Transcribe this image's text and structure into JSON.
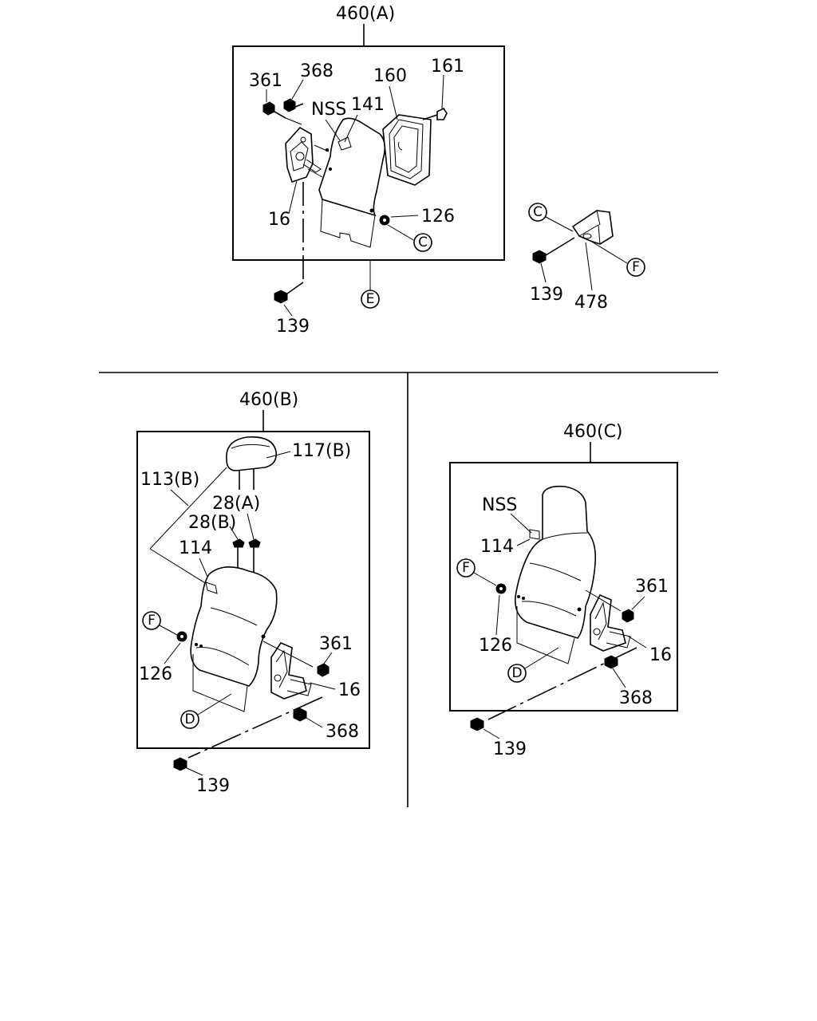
{
  "panel_a": {
    "title": "460(A)",
    "labels": {
      "p361": "361",
      "p368": "368",
      "nss": "NSS",
      "p141": "141",
      "p160": "160",
      "p161": "161",
      "p16": "16",
      "p126": "126",
      "p139": "139"
    },
    "callouts": {
      "c": "C",
      "e": "E"
    }
  },
  "bracket_detail": {
    "labels": {
      "p139": "139",
      "p478": "478"
    },
    "callouts": {
      "c": "C",
      "f": "F"
    }
  },
  "panel_b": {
    "title": "460(B)",
    "labels": {
      "p117b": "117(B)",
      "p113b": "113(B)",
      "p28a": "28(A)",
      "p28b": "28(B)",
      "p114": "114",
      "p126": "126",
      "p361": "361",
      "p16": "16",
      "p368": "368",
      "p139": "139"
    },
    "callouts": {
      "f": "F",
      "d": "D"
    }
  },
  "panel_c": {
    "title": "460(C)",
    "labels": {
      "nss": "NSS",
      "p114": "114",
      "p361": "361",
      "p126": "126",
      "p16": "16",
      "p368": "368",
      "p139": "139"
    },
    "callouts": {
      "f": "F",
      "d": "D"
    }
  }
}
